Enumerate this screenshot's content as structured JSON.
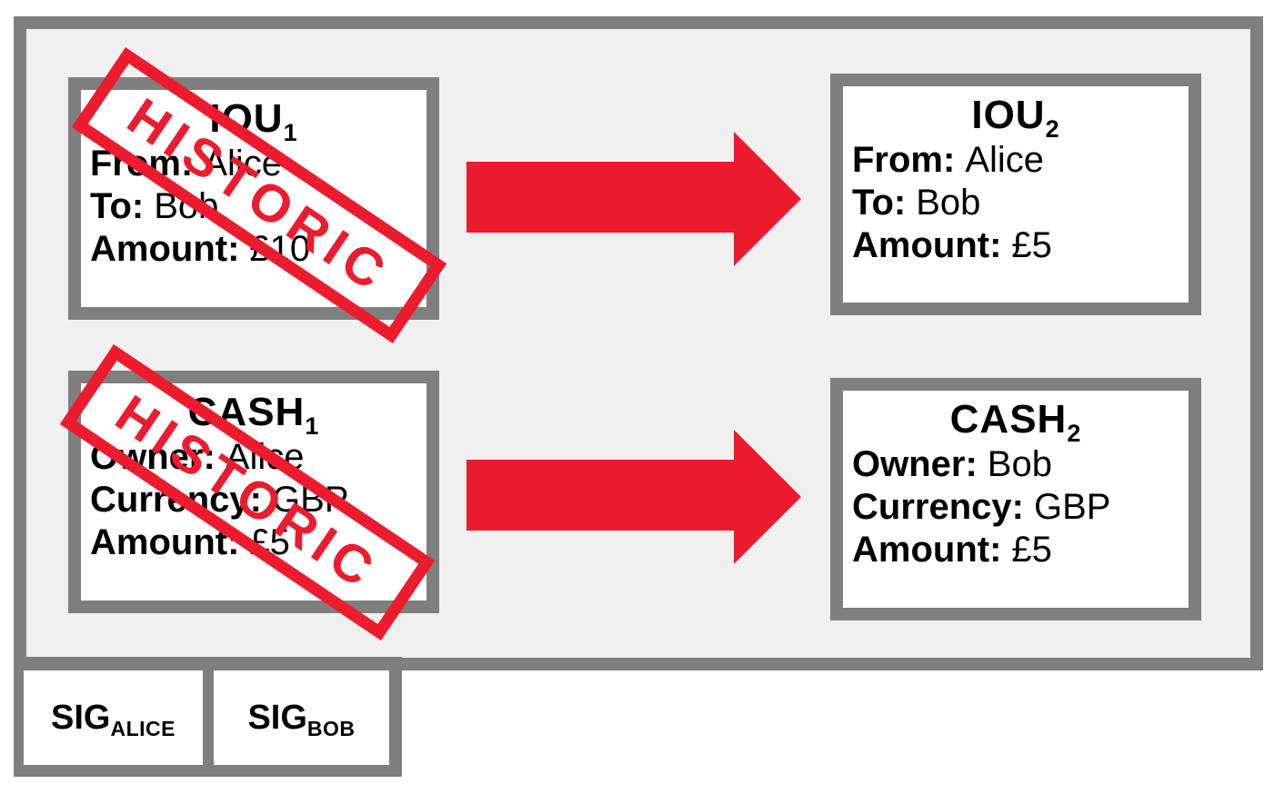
{
  "colors": {
    "frame_gray": "#7f7f7f",
    "panel_background": "#f0f0f0",
    "box_background": "#ffffff",
    "accent_red": "#ec1b2e",
    "text": "#000000"
  },
  "states": {
    "iou1": {
      "title": "IOU",
      "title_sub": "1",
      "fields": [
        {
          "label": "From:",
          "value": "Alice"
        },
        {
          "label": "To:",
          "value": "Bob"
        },
        {
          "label": "Amount:",
          "value": "£10"
        }
      ],
      "stamp": "HISTORIC"
    },
    "iou2": {
      "title": "IOU",
      "title_sub": "2",
      "fields": [
        {
          "label": "From:",
          "value": "Alice"
        },
        {
          "label": "To:",
          "value": "Bob"
        },
        {
          "label": "Amount:",
          "value": "£5"
        }
      ]
    },
    "cash1": {
      "title": "CASH",
      "title_sub": "1",
      "fields": [
        {
          "label": "Owner:",
          "value": "Alice"
        },
        {
          "label": "Currency:",
          "value": "GBP"
        },
        {
          "label": "Amount:",
          "value": "£5"
        }
      ],
      "stamp": "HISTORIC"
    },
    "cash2": {
      "title": "CASH",
      "title_sub": "2",
      "fields": [
        {
          "label": "Owner:",
          "value": "Bob"
        },
        {
          "label": "Currency:",
          "value": "GBP"
        },
        {
          "label": "Amount:",
          "value": "£5"
        }
      ]
    }
  },
  "signatures": [
    {
      "name": "SIG",
      "sub": "ALICE"
    },
    {
      "name": "SIG",
      "sub": "BOB"
    }
  ]
}
